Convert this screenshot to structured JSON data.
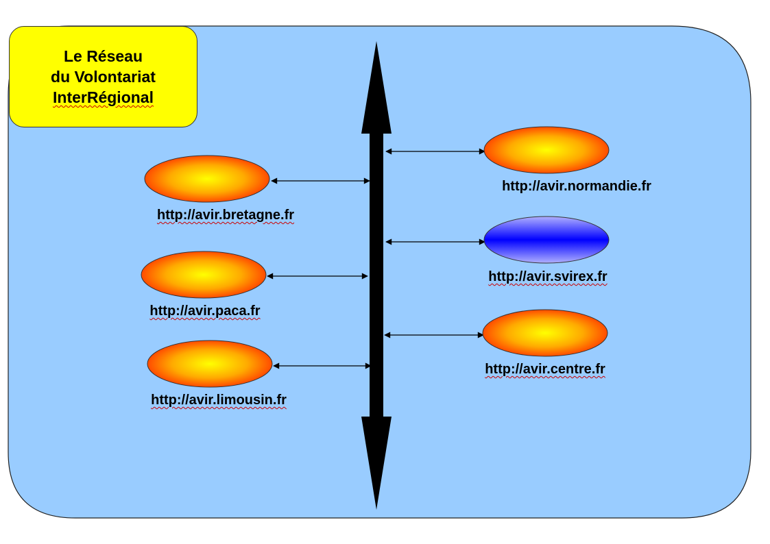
{
  "title": {
    "line1": "Le Réseau",
    "line2": "du Volontariat",
    "line3": "InterRégional"
  },
  "colors": {
    "background_panel": "#99ccff",
    "title_box": "#ffff00",
    "node_orange_center": "#ffff00",
    "node_orange_edge": "#ff3300",
    "node_blue_center": "#0000ff",
    "node_blue_edge": "#9999ff",
    "arrow": "#000000"
  },
  "nodes": {
    "bretagne": {
      "url": "http://avir.bretagne.fr",
      "style": "orange"
    },
    "paca": {
      "url": "http://avir.paca.fr",
      "style": "orange"
    },
    "limousin": {
      "url": "http://avir.limousin.fr",
      "style": "orange"
    },
    "normandie": {
      "url": "http://avir.normandie.fr",
      "style": "orange"
    },
    "svirex": {
      "url": "http://avir.svirex.fr",
      "style": "blue"
    },
    "centre": {
      "url": "http://avir.centre.fr",
      "style": "orange"
    }
  }
}
